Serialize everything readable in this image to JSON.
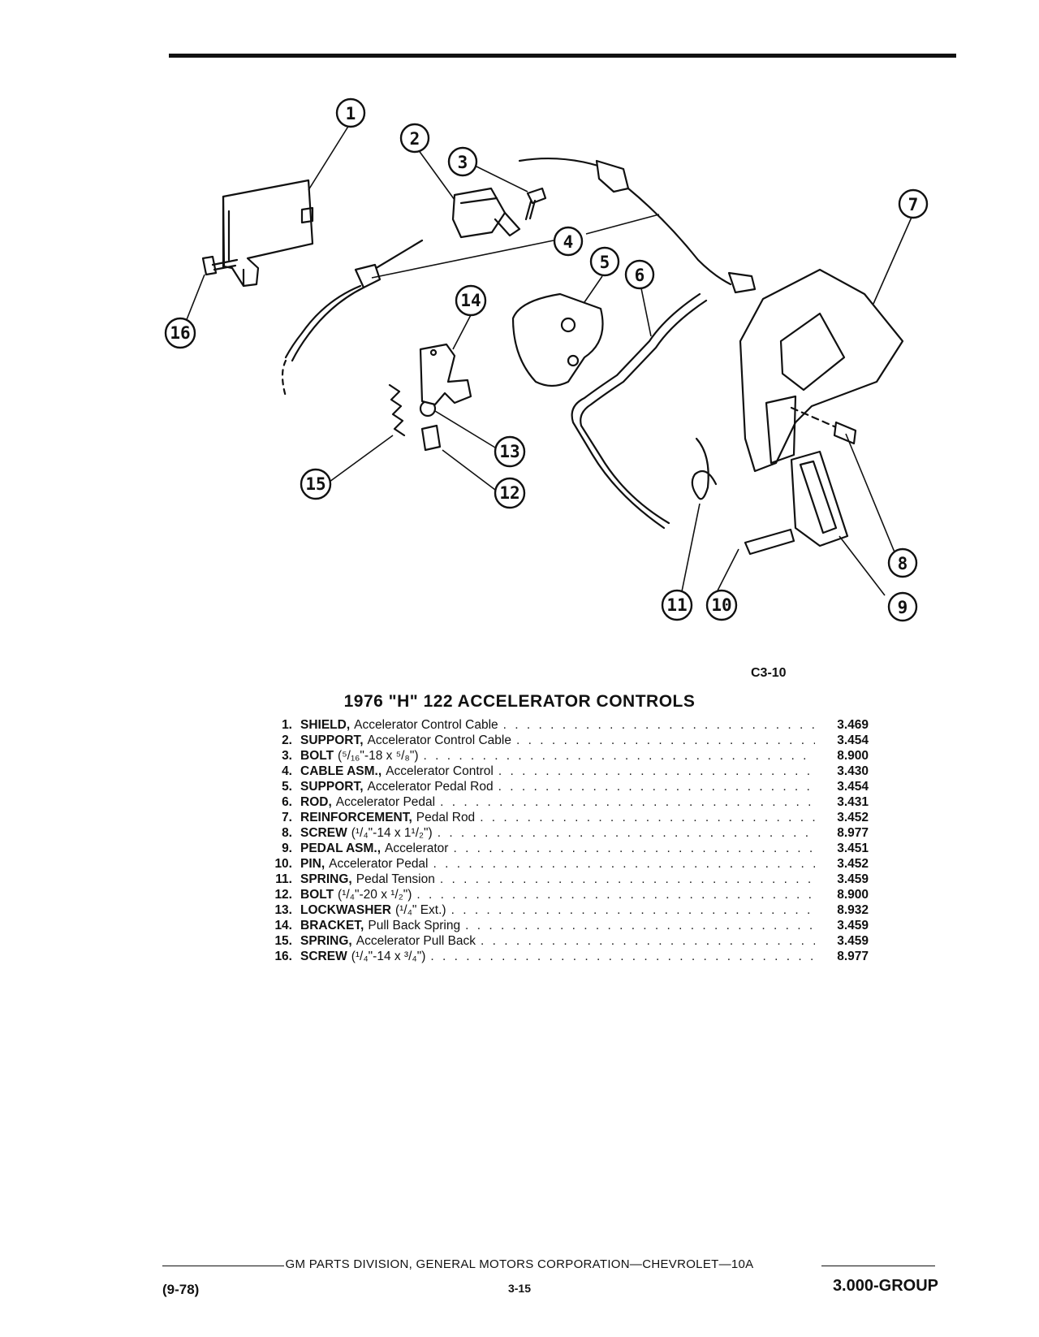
{
  "figure": {
    "code": "C3-10",
    "callouts": [
      "1",
      "2",
      "3",
      "4",
      "5",
      "6",
      "7",
      "8",
      "9",
      "10",
      "11",
      "12",
      "13",
      "14",
      "15",
      "16"
    ]
  },
  "title": "1976 \"H\" 122 ACCELERATOR CONTROLS",
  "parts": [
    {
      "num": "1.",
      "name": "SHIELD,",
      "desc": "Accelerator Control Cable",
      "group": "3.469"
    },
    {
      "num": "2.",
      "name": "SUPPORT,",
      "desc": "Accelerator Control Cable",
      "group": "3.454"
    },
    {
      "num": "3.",
      "name": "BOLT",
      "desc": "(⁵/₁₆\"-18 x ⁵/₈\")",
      "group": "8.900"
    },
    {
      "num": "4.",
      "name": "CABLE ASM.,",
      "desc": "Accelerator Control",
      "group": "3.430"
    },
    {
      "num": "5.",
      "name": "SUPPORT,",
      "desc": "Accelerator Pedal Rod",
      "group": "3.454"
    },
    {
      "num": "6.",
      "name": "ROD,",
      "desc": "Accelerator Pedal",
      "group": "3.431"
    },
    {
      "num": "7.",
      "name": "REINFORCEMENT,",
      "desc": "Pedal Rod",
      "group": "3.452"
    },
    {
      "num": "8.",
      "name": "SCREW",
      "desc": "(¹/₄\"-14 x 1¹/₂\")",
      "group": "8.977"
    },
    {
      "num": "9.",
      "name": "PEDAL ASM.,",
      "desc": "Accelerator",
      "group": "3.451"
    },
    {
      "num": "10.",
      "name": "PIN,",
      "desc": "Accelerator Pedal",
      "group": "3.452"
    },
    {
      "num": "11.",
      "name": "SPRING,",
      "desc": "Pedal Tension",
      "group": "3.459"
    },
    {
      "num": "12.",
      "name": "BOLT",
      "desc": "(¹/₄\"-20 x ¹/₂\")",
      "group": "8.900"
    },
    {
      "num": "13.",
      "name": "LOCKWASHER",
      "desc": "(¹/₄\" Ext.)",
      "group": "8.932"
    },
    {
      "num": "14.",
      "name": "BRACKET,",
      "desc": "Pull Back Spring",
      "group": "3.459"
    },
    {
      "num": "15.",
      "name": "SPRING,",
      "desc": "Accelerator Pull Back",
      "group": "3.459"
    },
    {
      "num": "16.",
      "name": "SCREW",
      "desc": "(¹/₄\"-14 x ³/₄\")",
      "group": "8.977"
    }
  ],
  "footer": {
    "publisher": "GM PARTS DIVISION, GENERAL MOTORS CORPORATION—CHEVROLET—10A",
    "date": "(9-78)",
    "page": "3-15",
    "group": "3.000-GROUP"
  }
}
